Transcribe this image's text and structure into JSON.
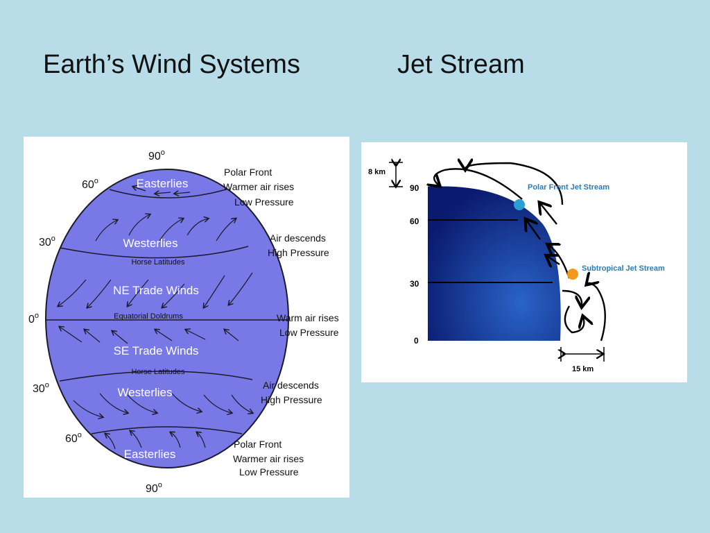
{
  "slide": {
    "title_left": "Earth’s Wind Systems",
    "title_right": "Jet Stream"
  },
  "wind_diagram": {
    "lat_labels": [
      {
        "key": "n90",
        "value": "90",
        "deg": "o"
      },
      {
        "key": "n60",
        "value": "60",
        "deg": "o"
      },
      {
        "key": "n30",
        "value": "30",
        "deg": "o"
      },
      {
        "key": "eq",
        "value": "0",
        "deg": "o"
      },
      {
        "key": "s30",
        "value": "30",
        "deg": "o"
      },
      {
        "key": "s60",
        "value": "60",
        "deg": "o"
      },
      {
        "key": "s90",
        "value": "90",
        "deg": "o"
      }
    ],
    "belts": {
      "north_easterlies": "Easterlies",
      "north_westerlies": "Westerlies",
      "north_horse": "Horse Latitudes",
      "ne_trades": "NE Trade Winds",
      "doldrums": "Equatorial Doldrums",
      "se_trades": "SE Trade Winds",
      "south_horse": "Horse Latitudes",
      "south_westerlies": "Westerlies",
      "south_easterlies": "Easterlies"
    },
    "side_notes": [
      [
        "Polar Front",
        "Warmer air rises",
        "Low Pressure"
      ],
      [
        "Air descends",
        "High Pressure"
      ],
      [
        "Warm air rises",
        "Low Pressure"
      ],
      [
        "Air descends",
        "High Pressure"
      ],
      [
        "Polar Front",
        "Warmer air rises",
        "Low Pressure"
      ]
    ],
    "colors": {
      "globe": "#7878e6",
      "outline": "#1a1a2a",
      "belt_text": "#ffffff"
    }
  },
  "jet_diagram": {
    "height_label": "8 km",
    "width_label": "15 km",
    "lat_labels": [
      "90",
      "60",
      "30",
      "0"
    ],
    "polar_jet_label": "Polar Front Jet Stream",
    "subtropical_jet_label": "Subtropical Jet Stream",
    "colors": {
      "earth_dark": "#0a1a6e",
      "earth_light": "#2a63c8",
      "polar_jet": "#2a9fd6",
      "subtropical_jet": "#f29a1e",
      "label": "#2a7ab8"
    }
  }
}
